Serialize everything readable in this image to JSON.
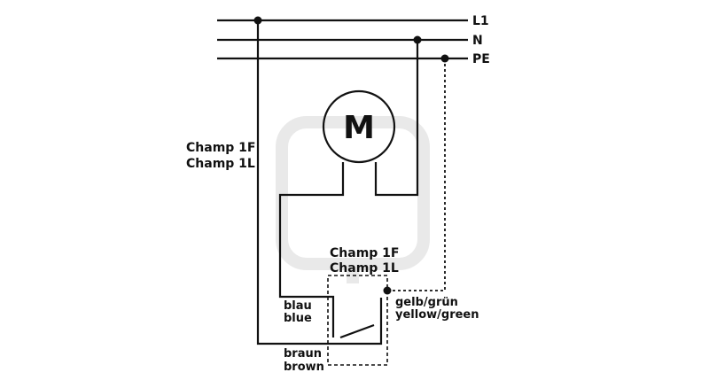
{
  "rails": {
    "l1": "L1",
    "n": "N",
    "pe": "PE"
  },
  "motor": {
    "symbol": "M"
  },
  "device_label_left": {
    "line1": "Champ 1F",
    "line2": "Champ 1L"
  },
  "device_label_box": {
    "line1": "Champ 1F",
    "line2": "Champ 1L"
  },
  "wires": {
    "blue": {
      "de": "blau",
      "en": "blue"
    },
    "brown": {
      "de": "braun",
      "en": "brown"
    },
    "ground": {
      "de": "gelb/grün",
      "en": "yellow/green"
    }
  },
  "colors": {
    "line": "#111111",
    "background": "#ffffff",
    "watermark": "#e9e9e9"
  }
}
